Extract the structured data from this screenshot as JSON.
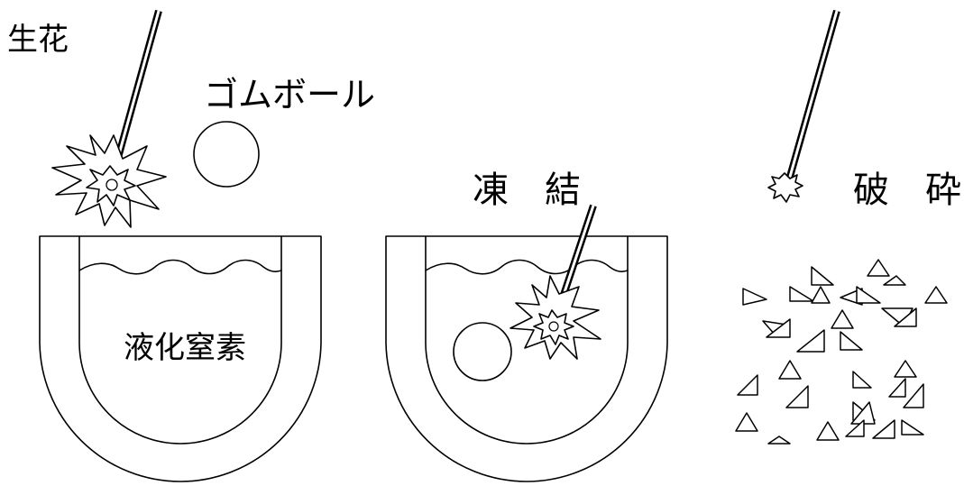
{
  "labels": {
    "sparks": "生花",
    "rubber_ball": "ゴムボール",
    "liquid_nitrogen": "液化窒素",
    "freeze": "凍　結",
    "shatter": "破　砕"
  },
  "colors": {
    "line": "#000000",
    "background": "#ffffff"
  }
}
